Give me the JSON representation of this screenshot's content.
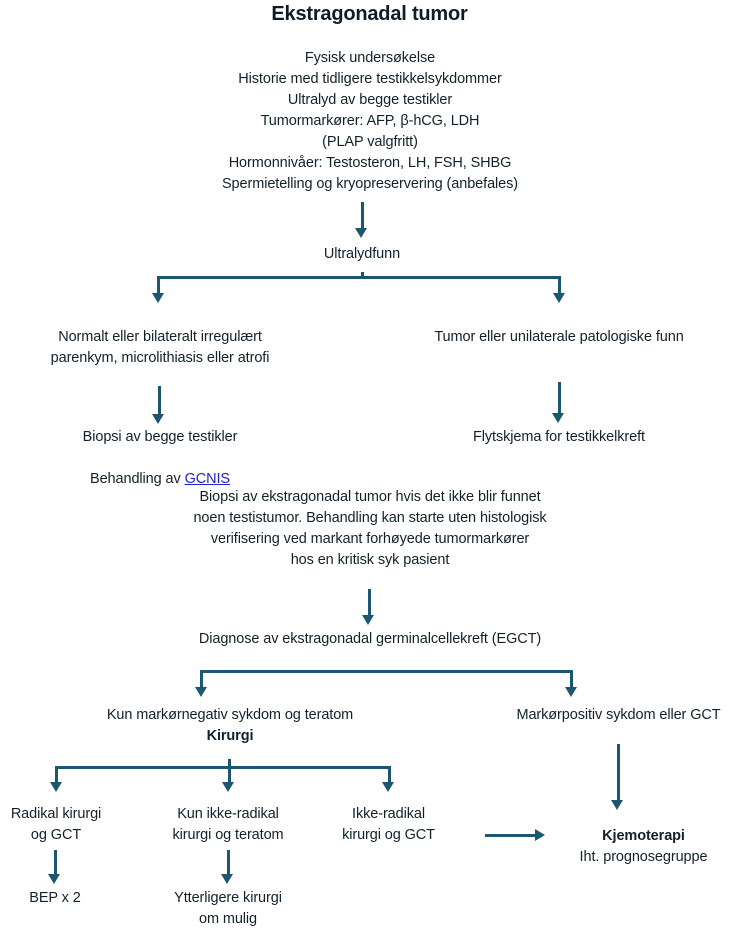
{
  "chart_data": {
    "type": "diagram",
    "title": "Ekstragonadal tumor",
    "diagram_kind": "clinical-flowchart",
    "language": "Norwegian",
    "accent_color": "#1c5671",
    "text_color": "#12222b",
    "link_color": "#2222cc",
    "nodes": [
      {
        "id": "title",
        "label": "Ekstragonadal tumor",
        "style": "title"
      },
      {
        "id": "workup",
        "label": "Fysisk undersøkelse\nHistorie med tidligere testikkelsykdommer\nUltralyd av begge testikler\nTumormarkører: AFP, β-hCG, LDH\n(PLAP valgfritt)\nHormonnivåer: Testosteron, LH, FSH, SHBG\nSpermietelling og kryopreservering (anbefales)"
      },
      {
        "id": "ultrasound",
        "label": "Ultralydfunn"
      },
      {
        "id": "normal-findings",
        "label": "Normalt eller bilateralt irregulært\nparenkym, microlithiasis eller atrofi"
      },
      {
        "id": "tumor-findings",
        "label": "Tumor eller unilaterale patologiske funn"
      },
      {
        "id": "biopsy-both",
        "label": "Biopsi av begge testikler\nBehandling av GCNIS",
        "link_text": "GCNIS"
      },
      {
        "id": "testis-flowchart",
        "label": "Flytskjema for testikkelkreft"
      },
      {
        "id": "biopsy-extragonadal",
        "label": "Biopsi av ekstragonadal tumor hvis det ikke blir funnet\nnoen testistumor. Behandling kan starte uten histologisk\nverifisering ved markant forhøyede tumormarkører\nhos en kritisk syk pasient"
      },
      {
        "id": "diagnosis-egct",
        "label": "Diagnose av ekstragonadal germinalcellekreft (EGCT)"
      },
      {
        "id": "marker-negative",
        "label": "Kun markørnegativ sykdom og teratom",
        "sublabel": "Kirurgi"
      },
      {
        "id": "marker-positive",
        "label": "Markørpositiv sykdom eller GCT"
      },
      {
        "id": "radical-surgery",
        "label": "Radikal kirurgi\nog GCT"
      },
      {
        "id": "nonradical-teratoma",
        "label": "Kun ikke-radikal\nkirurgi og teratom"
      },
      {
        "id": "nonradical-gct",
        "label": "Ikke-radikal\nkirurgi og GCT"
      },
      {
        "id": "bep",
        "label": "BEP x 2"
      },
      {
        "id": "further-surgery",
        "label": "Ytterligere kirurgi\nom mulig"
      },
      {
        "id": "chemo",
        "label": "Kjemoterapi",
        "sublabel": "Iht. prognosegruppe"
      }
    ],
    "edges": [
      {
        "from": "workup",
        "to": "ultrasound",
        "kind": "arrow-down"
      },
      {
        "from": "ultrasound",
        "to": "normal-findings",
        "kind": "split-left"
      },
      {
        "from": "ultrasound",
        "to": "tumor-findings",
        "kind": "split-right"
      },
      {
        "from": "normal-findings",
        "to": "biopsy-both",
        "kind": "arrow-down"
      },
      {
        "from": "tumor-findings",
        "to": "testis-flowchart",
        "kind": "arrow-down"
      },
      {
        "from": "biopsy-extragonadal",
        "to": "diagnosis-egct",
        "kind": "arrow-down"
      },
      {
        "from": "diagnosis-egct",
        "to": "marker-negative",
        "kind": "split-left"
      },
      {
        "from": "diagnosis-egct",
        "to": "marker-positive",
        "kind": "split-right"
      },
      {
        "from": "marker-negative",
        "to": "radical-surgery",
        "kind": "split-3-left"
      },
      {
        "from": "marker-negative",
        "to": "nonradical-teratoma",
        "kind": "split-3-mid"
      },
      {
        "from": "marker-negative",
        "to": "nonradical-gct",
        "kind": "split-3-right"
      },
      {
        "from": "radical-surgery",
        "to": "bep",
        "kind": "arrow-down"
      },
      {
        "from": "nonradical-teratoma",
        "to": "further-surgery",
        "kind": "arrow-down"
      },
      {
        "from": "nonradical-gct",
        "to": "chemo",
        "kind": "arrow-right"
      },
      {
        "from": "marker-positive",
        "to": "chemo",
        "kind": "arrow-down"
      }
    ]
  },
  "flow": {
    "title": "Ekstragonadal tumor",
    "workup_lines": [
      "Fysisk undersøkelse",
      "Historie med tidligere testikkelsykdommer",
      "Ultralyd av begge testikler",
      "Tumormarkører: AFP, β-hCG, LDH",
      "(PLAP valgfritt)",
      "Hormonnivåer: Testosteron, LH, FSH, SHBG",
      "Spermietelling og kryopreservering (anbefales)"
    ],
    "ultrasound_findings": "Ultralydfunn",
    "normal_findings": "Normalt eller bilateralt irregulært\nparenkym, microlithiasis eller atrofi",
    "tumor_findings": "Tumor eller unilaterale patologiske funn",
    "biopsy_both_line1": "Biopsi av begge testikler",
    "biopsy_both_line2_prefix": "Behandling av ",
    "biopsy_both_link": "GCNIS",
    "testis_flowchart": "Flytskjema for testikkelkreft",
    "biopsy_extragonadal": "Biopsi av ekstragonadal tumor hvis det ikke blir funnet\nnoen testistumor. Behandling kan starte uten histologisk\nverifisering ved markant forhøyede tumormarkører\nhos en kritisk syk pasient",
    "diagnosis_egct": "Diagnose av ekstragonadal germinalcellekreft (EGCT)",
    "marker_negative": "Kun markørnegativ sykdom og teratom",
    "surgery_bold": "Kirurgi",
    "marker_positive": "Markørpositiv sykdom eller GCT",
    "radical_surgery": "Radikal kirurgi\nog GCT",
    "nonradical_teratoma": "Kun ikke-radikal\nkirurgi og teratom",
    "nonradical_gct": "Ikke-radikal\nkirurgi og GCT",
    "bep": "BEP x 2",
    "further_surgery": "Ytterligere kirurgi\nom mulig",
    "chemo_bold": "Kjemoterapi",
    "chemo_sub": "Iht. prognosegruppe"
  }
}
